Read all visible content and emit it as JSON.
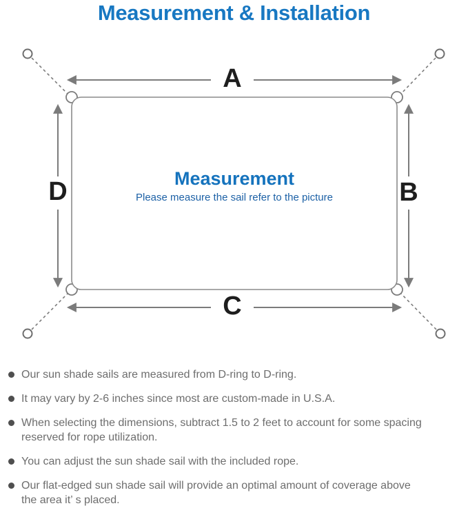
{
  "header": {
    "title": "Measurement & Installation"
  },
  "diagram": {
    "labels": {
      "a": "A",
      "b": "B",
      "c": "C",
      "d": "D"
    },
    "center": {
      "heading": "Measurement",
      "subheading": "Please measure the sail refer to the picture"
    }
  },
  "notes": {
    "items": [
      [
        "Our sun shade sails are measured from D-ring to D-ring."
      ],
      [
        "It may vary by 2-6 inches since most are custom-made in U.S.A."
      ],
      [
        "When selecting the dimensions, subtract 1.5 to 2 feet to account for some spacing",
        "reserved for rope utilization."
      ],
      [
        "You can adjust the sun shade sail with the included rope."
      ],
      [
        "Our flat-edged sun shade sail will provide an optimal amount of coverage above",
        "the area it’ s placed."
      ]
    ]
  },
  "colors": {
    "title_blue": "#1878c2",
    "center_blue": "#1573bd",
    "subtitle_blue": "#1d61a6",
    "line_gray": "#7b7b7b",
    "label_black": "#1e1e1e",
    "note_gray": "#6d6d6d"
  }
}
